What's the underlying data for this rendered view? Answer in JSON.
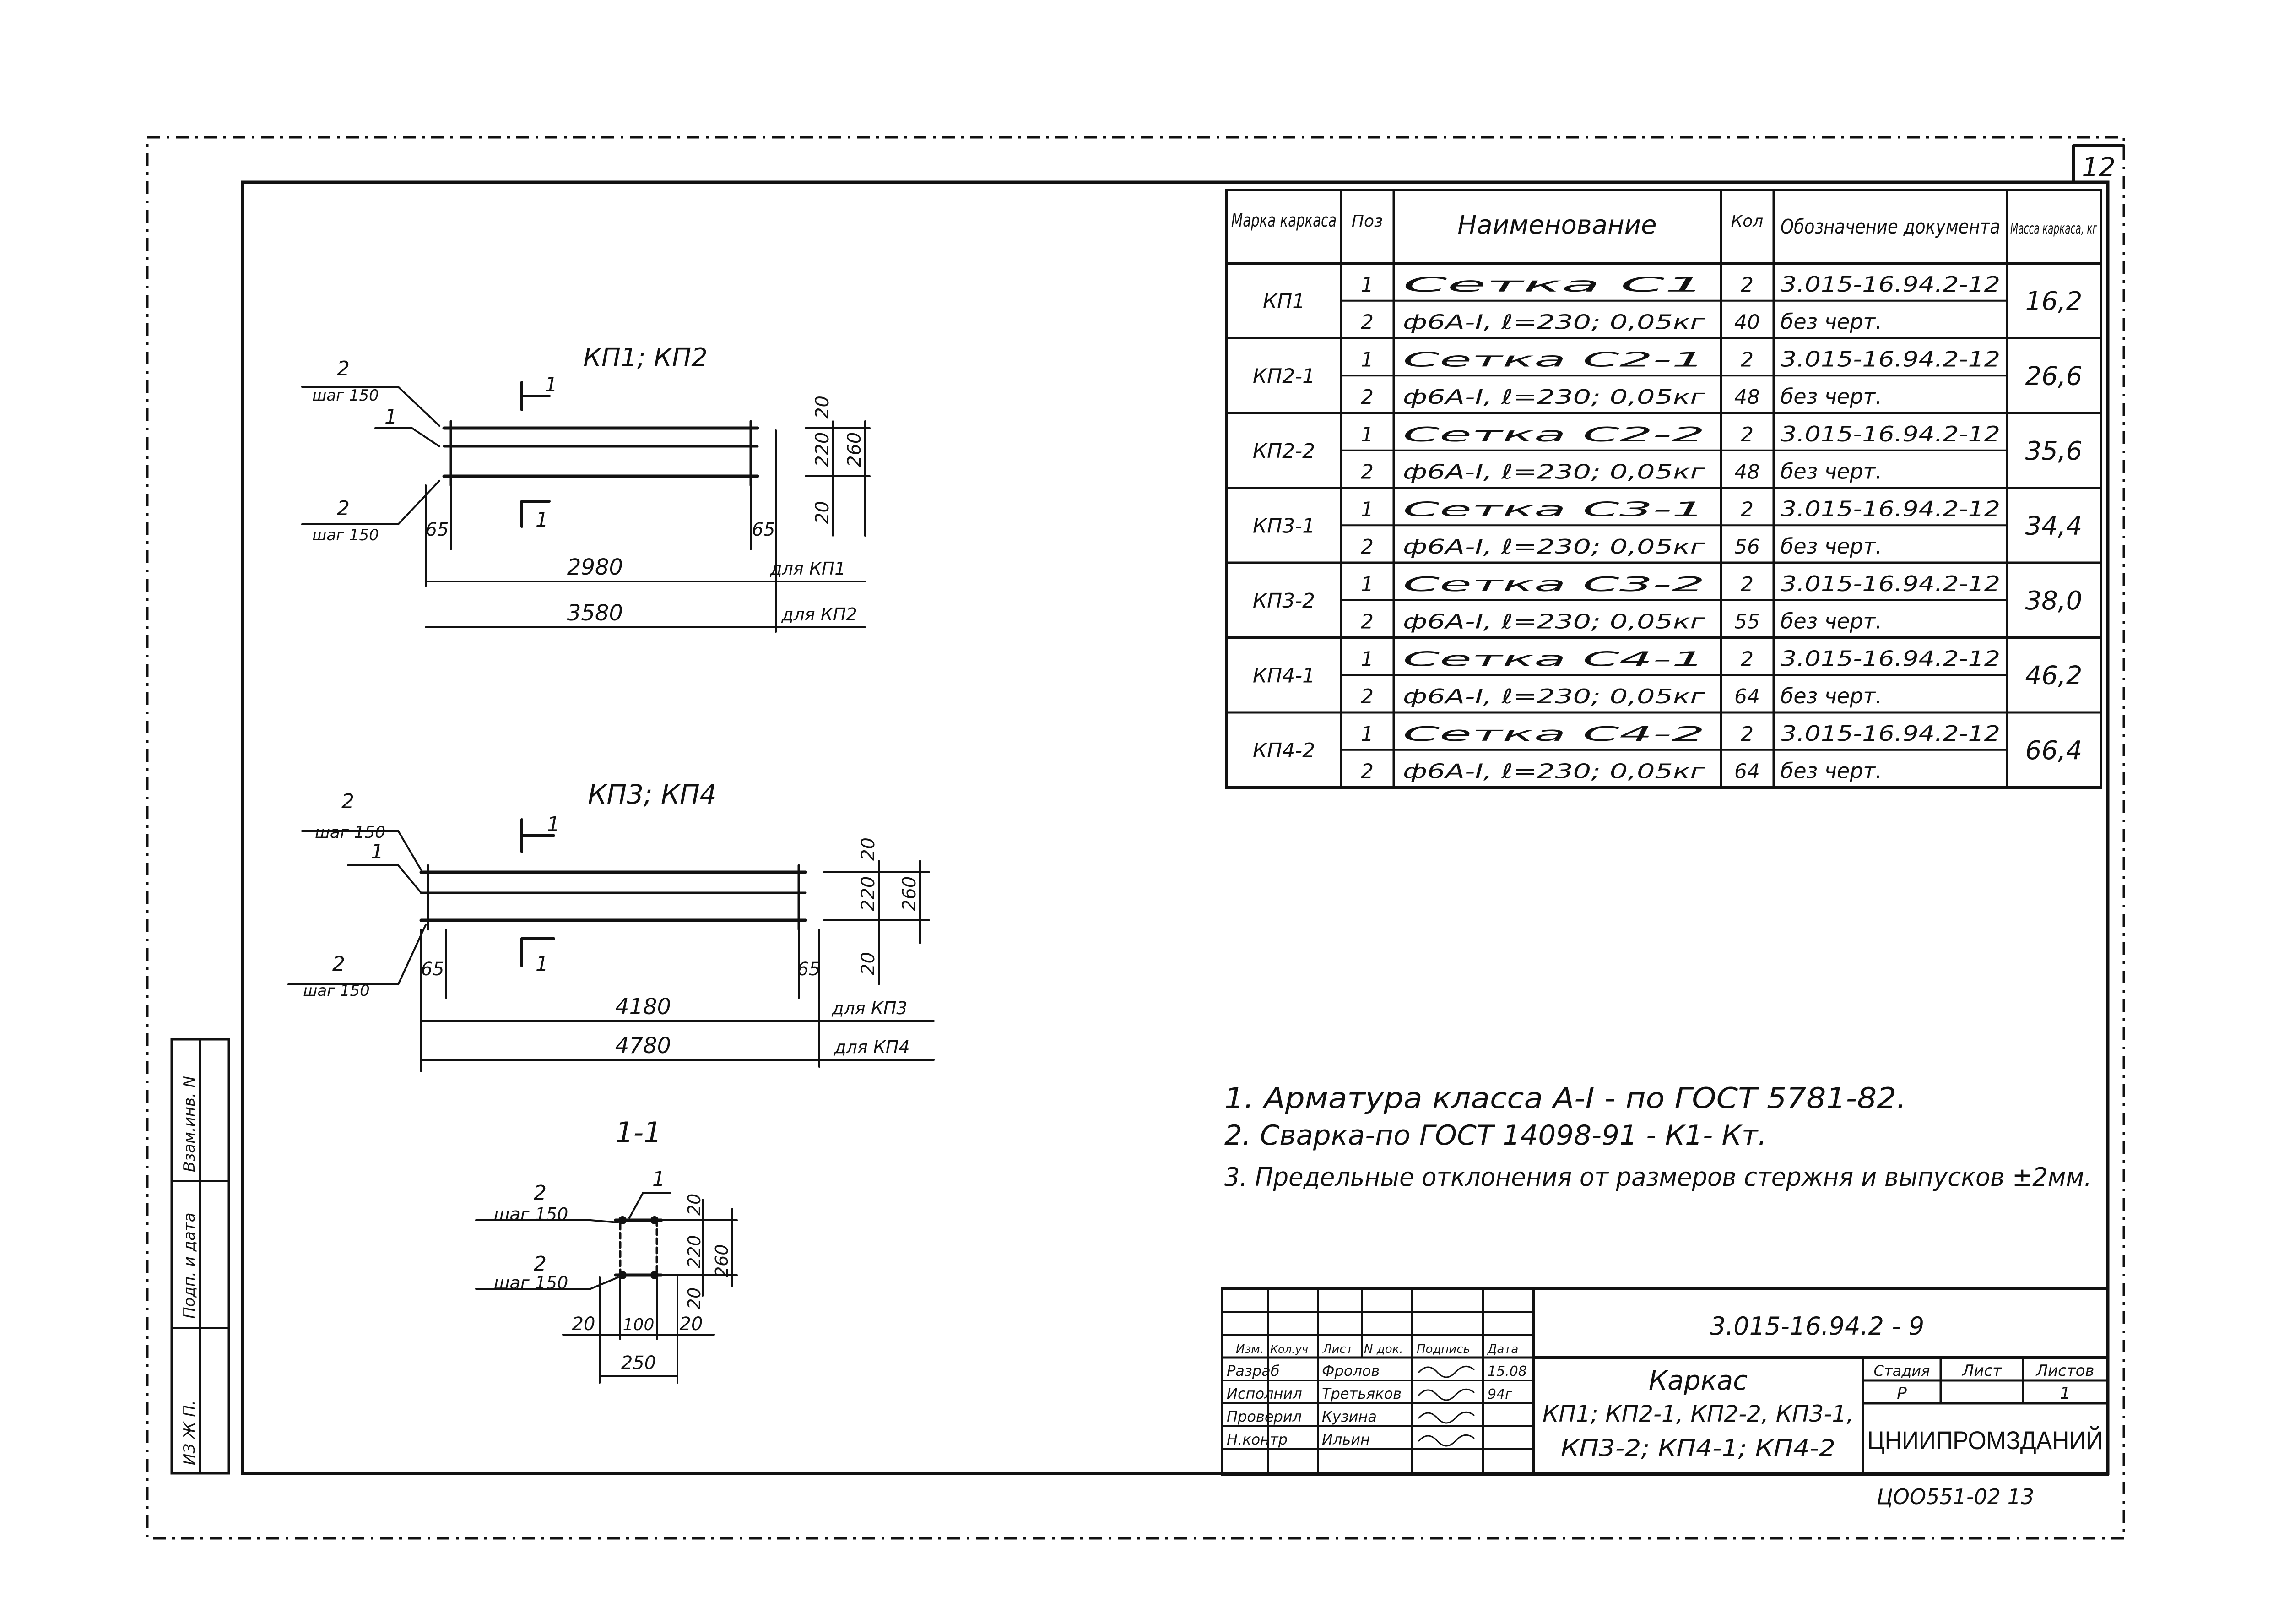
{
  "sheet": {
    "page_number": "12",
    "archive_stamp": "ЦОО551-02  13",
    "side_stamp": [
      "ИЗ Ж П.",
      "Подп. и дата",
      "Взам.инв. N"
    ]
  },
  "spec_table": {
    "headers": [
      "Марка каркаса",
      "Поз",
      "Наименование",
      "Кол",
      "Обозначение документа",
      "Масса каркаса, кг"
    ],
    "rows": [
      {
        "mark": "КП1",
        "mass": "16,2",
        "items": [
          {
            "pos": "1",
            "name": "Сетка С1",
            "qty": "2",
            "doc": "3.015-16.94.2-12"
          },
          {
            "pos": "2",
            "name": "ф6А-I, ℓ=230; 0,05кг",
            "qty": "40",
            "doc": "без черт."
          }
        ]
      },
      {
        "mark": "КП2-1",
        "mass": "26,6",
        "items": [
          {
            "pos": "1",
            "name": "Сетка С2-1",
            "qty": "2",
            "doc": "3.015-16.94.2-12"
          },
          {
            "pos": "2",
            "name": "ф6А-I, ℓ=230; 0,05кг",
            "qty": "48",
            "doc": "без черт."
          }
        ]
      },
      {
        "mark": "КП2-2",
        "mass": "35,6",
        "items": [
          {
            "pos": "1",
            "name": "Сетка С2-2",
            "qty": "2",
            "doc": "3.015-16.94.2-12"
          },
          {
            "pos": "2",
            "name": "ф6А-I, ℓ=230; 0,05кг",
            "qty": "48",
            "doc": "без черт."
          }
        ]
      },
      {
        "mark": "КП3-1",
        "mass": "34,4",
        "items": [
          {
            "pos": "1",
            "name": "Сетка С3-1",
            "qty": "2",
            "doc": "3.015-16.94.2-12"
          },
          {
            "pos": "2",
            "name": "ф6А-I, ℓ=230; 0,05кг",
            "qty": "56",
            "doc": "без черт."
          }
        ]
      },
      {
        "mark": "КП3-2",
        "mass": "38,0",
        "items": [
          {
            "pos": "1",
            "name": "Сетка С3-2",
            "qty": "2",
            "doc": "3.015-16.94.2-12"
          },
          {
            "pos": "2",
            "name": "ф6А-I, ℓ=230; 0,05кг",
            "qty": "55",
            "doc": "без черт."
          }
        ]
      },
      {
        "mark": "КП4-1",
        "mass": "46,2",
        "items": [
          {
            "pos": "1",
            "name": "Сетка С4-1",
            "qty": "2",
            "doc": "3.015-16.94.2-12"
          },
          {
            "pos": "2",
            "name": "ф6А-I, ℓ=230; 0,05кг",
            "qty": "64",
            "doc": "без черт."
          }
        ]
      },
      {
        "mark": "КП4-2",
        "mass": "66,4",
        "items": [
          {
            "pos": "1",
            "name": "Сетка С4-2",
            "qty": "2",
            "doc": "3.015-16.94.2-12"
          },
          {
            "pos": "2",
            "name": "ф6А-I, ℓ=230; 0,05кг",
            "qty": "64",
            "doc": "без черт."
          }
        ]
      }
    ]
  },
  "view1": {
    "title": "КП1; КП2",
    "label_pos2_top": "2",
    "label_pitch_top": "шаг 150",
    "label_pos1": "1",
    "label_pos2_bottom": "2",
    "label_pitch_bottom": "шаг 150",
    "section_mark": "1",
    "dim_left": "65",
    "dim_right": "65",
    "dim_side_top": "20",
    "dim_side_mid": "220",
    "dim_side_bottom": "20",
    "dim_side_total": "260",
    "len1": "2980",
    "len1_note": "для КП1",
    "len2": "3580",
    "len2_note": "для КП2"
  },
  "view2": {
    "title": "КП3; КП4",
    "label_pos2_top": "2",
    "label_pitch_top": "шаг 150",
    "label_pos1": "1",
    "label_pos2_bottom": "2",
    "label_pitch_bottom": "шаг 150",
    "section_mark": "1",
    "dim_left": "65",
    "dim_right": "65",
    "dim_side_top": "20",
    "dim_side_mid": "220",
    "dim_side_bottom": "20",
    "dim_side_total": "260",
    "len1": "4180",
    "len1_note": "для КП3",
    "len2": "4780",
    "len2_note": "для КП4"
  },
  "section": {
    "title": "1-1",
    "label_pos1": "1",
    "label_pos2_top": "2",
    "label_pitch_top": "шаг 150",
    "label_pos2_bottom": "2",
    "label_pitch_bottom": "шаг 150",
    "dim_v_top": "20",
    "dim_v_mid": "220",
    "dim_v_bottom": "20",
    "dim_v_total": "260",
    "dim_h_left": "20",
    "dim_h_mid": "100",
    "dim_h_right": "20",
    "dim_h_total": "250"
  },
  "notes": [
    "1. Арматура класса А-I - по ГОСТ 5781-82.",
    "2. Сварка-по ГОСТ 14098-91 - К1- Кт.",
    "3. Предельные отклонения от размеров стержня и выпусков ±2мм."
  ],
  "title_block": {
    "doc_code": "3.015-16.94.2 - 9",
    "cols": [
      "Изм.",
      "Кол.уч",
      "Лист",
      "N док.",
      "Подпись",
      "Дата"
    ],
    "roles": [
      {
        "role": "Разраб",
        "name": "Фролов",
        "sign": "",
        "date": "15.08"
      },
      {
        "role": "Исполнил",
        "name": "Третьяков",
        "sign": "",
        "date": "94г"
      },
      {
        "role": "Проверил",
        "name": "Кузина",
        "sign": "",
        "date": ""
      },
      {
        "role": "Н.контр",
        "name": "Ильин",
        "sign": "",
        "date": ""
      }
    ],
    "title_line1": "Каркас",
    "title_line2": "КП1; КП2-1, КП2-2, КП3-1,",
    "title_line3": "КП3-2; КП4-1; КП4-2",
    "stage_hdr": "Стадия",
    "sheet_hdr": "Лист",
    "sheets_hdr": "Листов",
    "stage": "Р",
    "sheet": "",
    "sheets": "1",
    "org": "ЦНИИПРОМЗДАНИЙ"
  }
}
